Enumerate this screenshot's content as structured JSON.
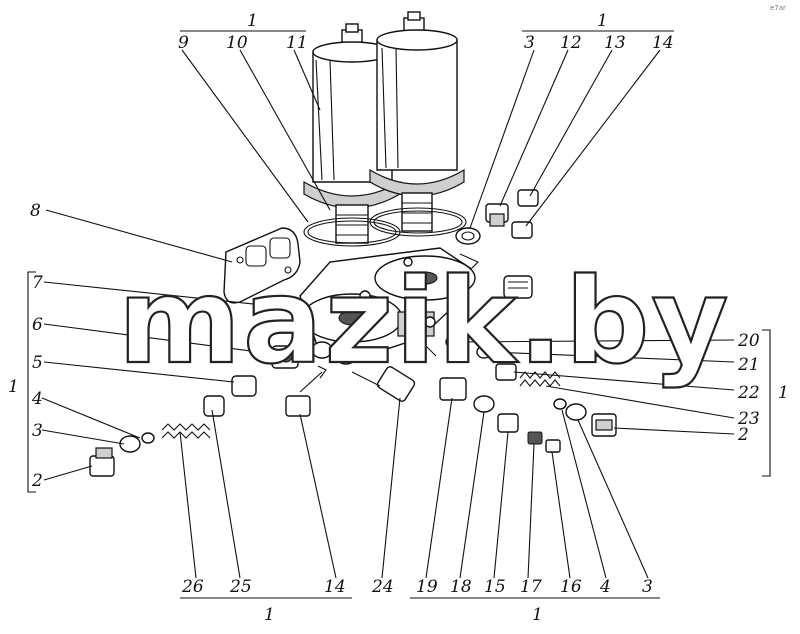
{
  "watermark": "mazik.by",
  "corner_mark": "e7ar",
  "labels": {
    "top_group_left": "1",
    "top_group_right": "1",
    "left_group": "1",
    "right_group": "1",
    "bottom_group_left": "1",
    "bottom_group_right": "1",
    "p9": "9",
    "p10": "10",
    "p11": "11",
    "p3_top": "3",
    "p12": "12",
    "p13": "13",
    "p14_top": "14",
    "p8": "8",
    "p7": "7",
    "p6": "6",
    "p5": "5",
    "p4_left": "4",
    "p3_left": "3",
    "p2_left": "2",
    "p20": "20",
    "p21": "21",
    "p22": "22",
    "p23": "23",
    "p2_right": "2",
    "p26": "26",
    "p25": "25",
    "p14_bottom": "14",
    "p24": "24",
    "p19": "19",
    "p18": "18",
    "p15": "15",
    "p17": "17",
    "p16": "16",
    "p4_bottom": "4",
    "p3_bottom": "3"
  }
}
